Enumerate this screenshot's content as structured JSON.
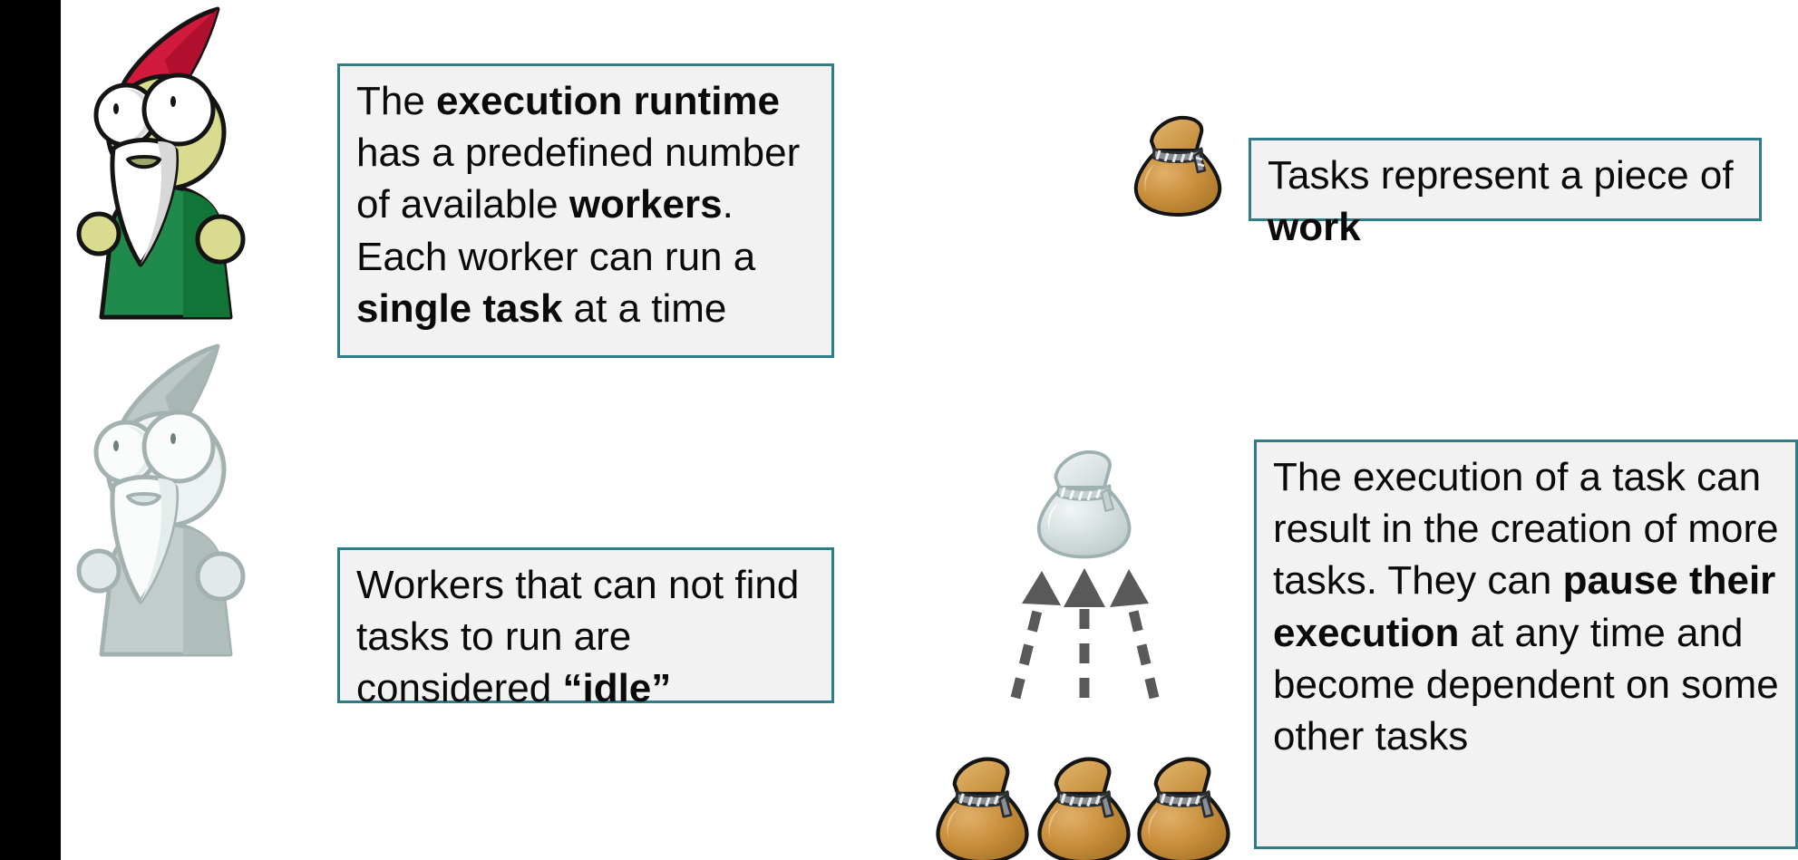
{
  "slide": {
    "background_color": "#FFFFFF",
    "left_bar_color": "#000000",
    "callout_border_color": "#2E7E87",
    "callout_fill_color": "#F2F2F2",
    "text_color": "#000000"
  },
  "callouts": {
    "runtime": {
      "name": "execution-runtime-callout",
      "segments": [
        {
          "text": "The ",
          "bold": false
        },
        {
          "text": "execution runtime",
          "bold": true
        },
        {
          "text": " has a predefined number of available ",
          "bold": false
        },
        {
          "text": "workers",
          "bold": true
        },
        {
          "text": ". Each worker can run a ",
          "bold": false
        },
        {
          "text": "single task",
          "bold": true
        },
        {
          "text": " at a time",
          "bold": false
        }
      ],
      "plain_text": "The execution runtime has a predefined number of available workers. Each worker can run a single task at a time"
    },
    "work": {
      "name": "tasks-represent-work-callout",
      "segments": [
        {
          "text": "Tasks represent a piece of ",
          "bold": false
        },
        {
          "text": "work",
          "bold": true
        }
      ],
      "plain_text": "Tasks represent a piece of work"
    },
    "idle": {
      "name": "idle-workers-callout",
      "segments": [
        {
          "text": "Workers that can not find tasks to run are considered ",
          "bold": false
        },
        {
          "text": "“idle”",
          "bold": true
        }
      ],
      "plain_text": "Workers that can not find tasks to run are considered “idle”"
    },
    "task_execution": {
      "name": "task-execution-callout",
      "segments": [
        {
          "text": "The execution of a task can result in the creation of more tasks. They can ",
          "bold": false
        },
        {
          "text": "pause their execution",
          "bold": true
        },
        {
          "text": " at any time and become dependent on some other tasks",
          "bold": false
        }
      ],
      "plain_text": "The execution of a task can result in the creation of more tasks. They can pause their execution at any time and become dependent on some other tasks"
    }
  },
  "artwork": {
    "gnome_active": {
      "name": "gnome-worker-active",
      "label": "active worker gnome",
      "hat_color": "#D01B3C",
      "head_color": "#D9DB8E",
      "robe_color": "#1F8A4C",
      "beard_color": "#FFFFFF",
      "outline_color": "#1A1A1A"
    },
    "gnome_idle": {
      "name": "gnome-worker-idle",
      "label": "idle worker gnome",
      "hat_color": "#AFBDBB",
      "head_color": "#EDF2F2",
      "robe_color": "#C2CDCB",
      "beard_color": "#FAFCFC",
      "outline_color": "#A8B6B4"
    },
    "bag_work": {
      "name": "task-bag-gold",
      "label": "task bag representing work",
      "body_color": "#C08A33",
      "highlight_color": "#D9A44E",
      "rope_color": "#6E7276",
      "outline_color": "#1A1A1A"
    },
    "bag_parent": {
      "name": "task-bag-parent-grey",
      "label": "paused parent task bag",
      "body_color": "#CFD8D8",
      "highlight_color": "#E7EDED",
      "rope_color": "#B6C2C2",
      "outline_color": "#9FB0B0"
    },
    "child_bags": {
      "name": "child-task-bags",
      "count": 3,
      "body_color": "#C08A33",
      "highlight_color": "#D9A44E",
      "outline_color": "#1A1A1A"
    },
    "arrows": {
      "name": "dependency-arrows",
      "count": 3,
      "style": "dashed",
      "color": "#595959",
      "direction": "upward"
    }
  }
}
